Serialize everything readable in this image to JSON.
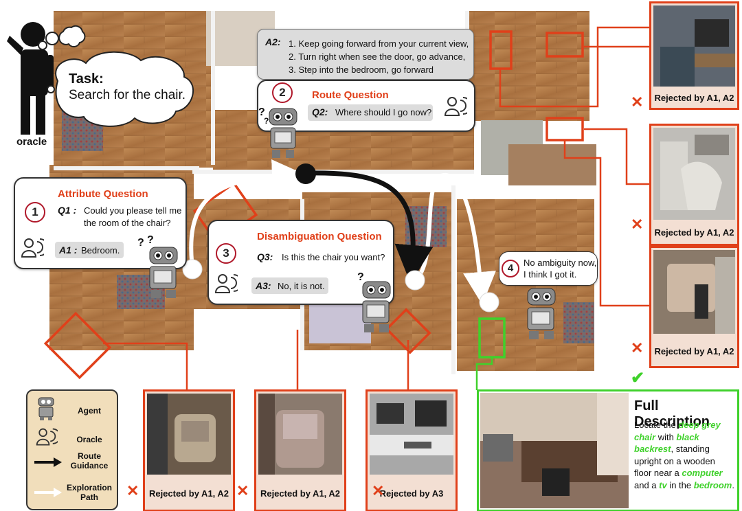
{
  "oracle": {
    "label": "oracle",
    "task_title": "Task:",
    "task_text": "Search for the chair."
  },
  "route": {
    "number": "2",
    "title": "Route Question",
    "q_label": "Q2:",
    "q_text": "Where should I go now?",
    "a_label": "A2:",
    "a_lines": [
      "1. Keep going forward from your current view,",
      "2. Turn right when see the door, go advance,",
      "3. Step into the bedroom, go forward"
    ]
  },
  "attribute": {
    "number": "1",
    "title": "Attribute Question",
    "q_label": "Q1 :",
    "q_text_1": "Could you please tell me",
    "q_text_2": "the room of the chair?",
    "a_label": "A1 :",
    "a_text": "Bedroom."
  },
  "disambiguation": {
    "number": "3",
    "title": "Disambiguation Question",
    "q_label": "Q3:",
    "q_text": "Is this the chair you want?",
    "a_label": "A3:",
    "a_text": "No, it is not."
  },
  "final": {
    "number": "4",
    "text_1": "No ambiguity now,",
    "text_2": "I think I got it."
  },
  "rejections": {
    "right_1": "Rejected by A1, A2",
    "right_2": "Rejected by A1, A2",
    "right_3": "Rejected by A1, A2",
    "bottom_1": "Rejected by A1, A2",
    "bottom_2": "Rejected by A1, A2",
    "bottom_3": "Rejected by A3"
  },
  "description": {
    "title": "Full Description",
    "p1": "Locate the ",
    "h1": "deep grey chair",
    "p2": " with ",
    "h2": "black backrest",
    "p3": ", standing upright on a wooden floor near a ",
    "h3": "computer",
    "p4": " and a ",
    "h4": "tv",
    "p5": " in the ",
    "h5": "bedroom",
    "p6": "."
  },
  "legend": {
    "agent": "Agent",
    "oracle": "Oracle",
    "route_1": "Route",
    "route_2": "Guidance",
    "explore_1": "Exploration",
    "explore_2": "Path"
  },
  "colors": {
    "reject": "#e0401a",
    "accept": "#3fd12b",
    "floor": "#b07a4a"
  }
}
